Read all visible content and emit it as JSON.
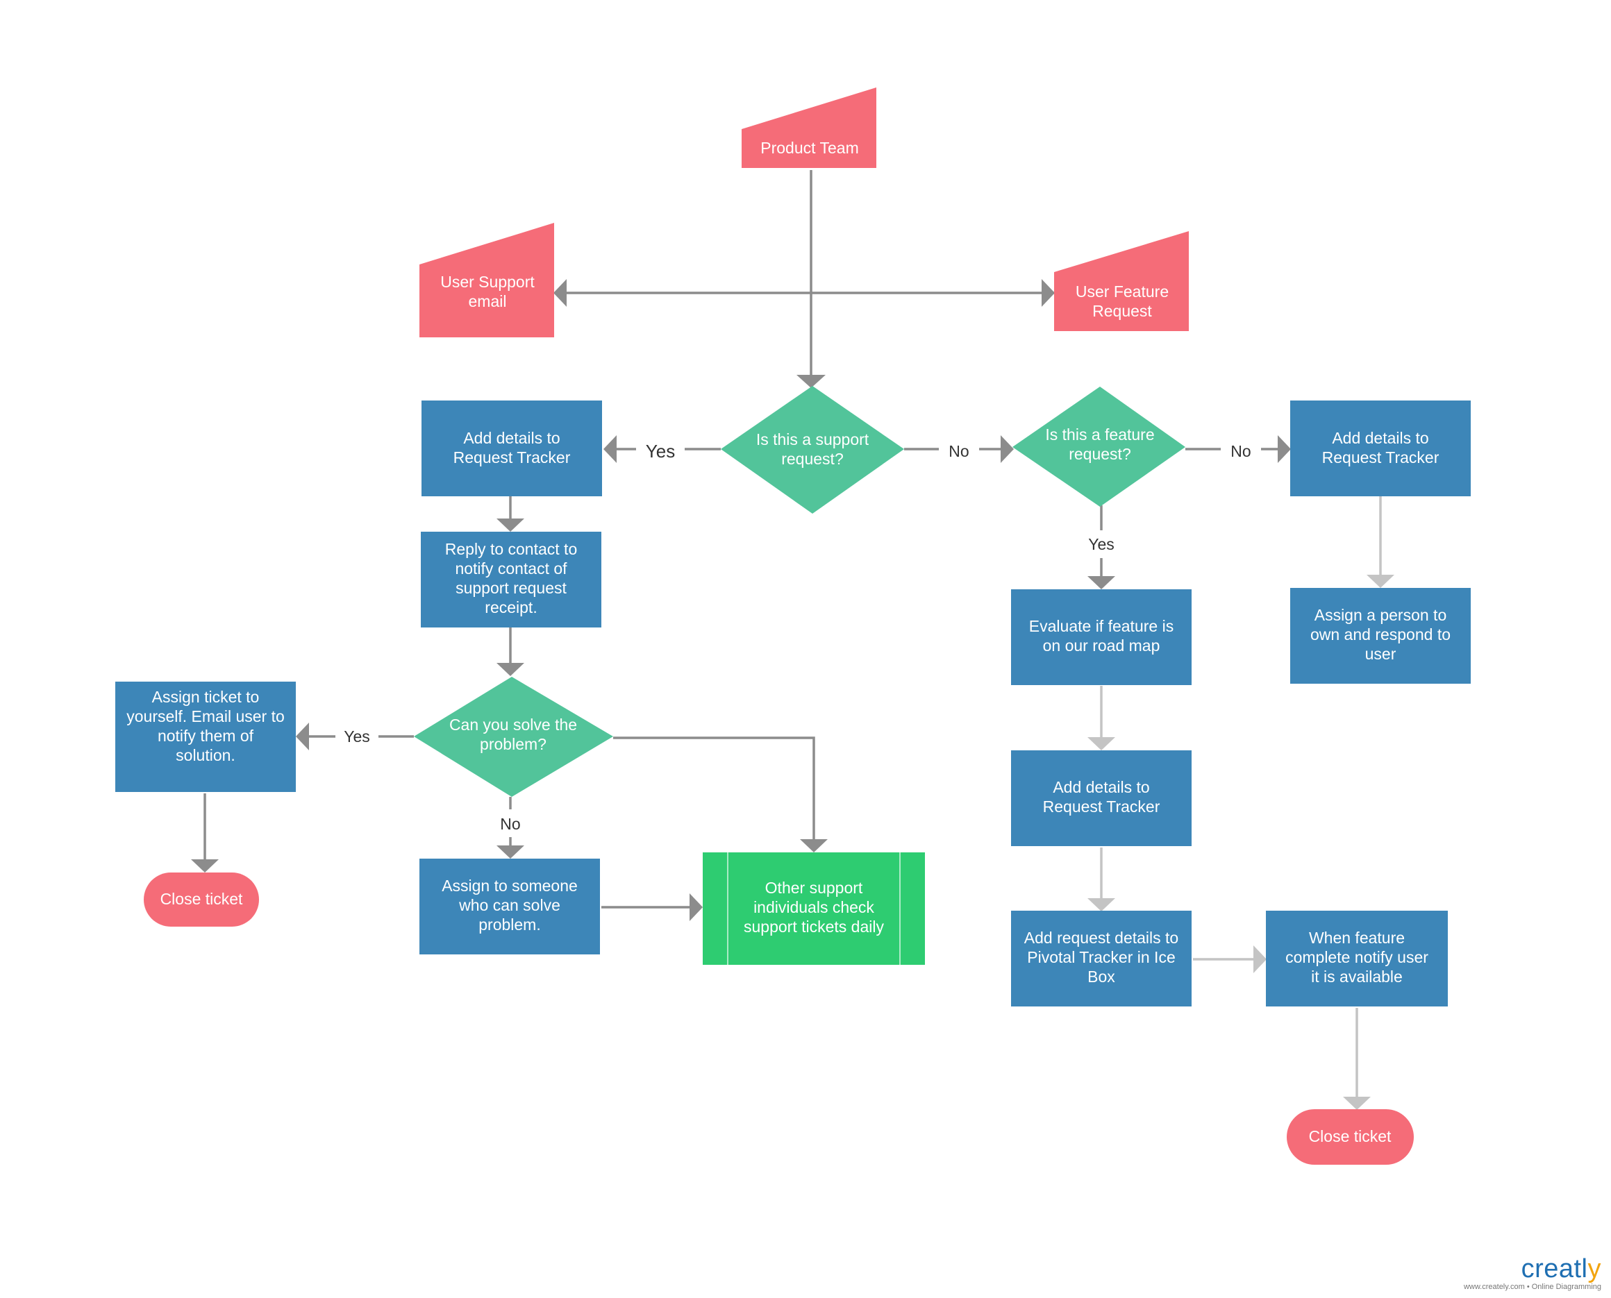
{
  "colors": {
    "pink": "#F56C78",
    "blue": "#3D86B8",
    "teal": "#52C49A",
    "green": "#2ECC71",
    "dark_edge": "#8C8C8C",
    "light_edge": "#C4C4C4",
    "label": "#333333"
  },
  "nodes": {
    "product_team": [
      "Product Team"
    ],
    "user_support_email": [
      "User Support",
      "email"
    ],
    "user_feature_request": [
      "User Feature",
      "Request"
    ],
    "is_support_request": [
      "Is this a support",
      "request?"
    ],
    "is_feature_request": [
      "Is this a feature",
      "request?"
    ],
    "add_details_left": [
      "Add details to",
      "Request Tracker"
    ],
    "add_details_right": [
      "Add details to",
      "Request Tracker"
    ],
    "reply_to_contact": [
      "Reply to contact to",
      "notify contact of",
      "support request",
      "receipt."
    ],
    "can_you_solve": [
      "Can you solve the",
      "problem?"
    ],
    "assign_ticket_yourself": [
      "Assign ticket to",
      "yourself. Email user to",
      "notify them of",
      "solution."
    ],
    "close_ticket_left": [
      "Close ticket"
    ],
    "assign_to_someone": [
      "Assign to someone",
      "who can solve",
      "problem."
    ],
    "other_support": [
      "Other support",
      "individuals check",
      "support tickets daily"
    ],
    "evaluate_feature": [
      "Evaluate if feature is",
      "on our road map"
    ],
    "assign_person": [
      "Assign a person to",
      "own and respond to",
      "user"
    ],
    "add_details_mid": [
      "Add details to",
      "Request Tracker"
    ],
    "add_pivotal": [
      "Add request details to",
      "Pivotal Tracker in Ice",
      "Box"
    ],
    "when_feature_complete": [
      "When feature",
      "complete notify user",
      "it is available"
    ],
    "close_ticket_right": [
      "Close ticket"
    ]
  },
  "edge_labels": {
    "support_yes": "Yes",
    "support_no": "No",
    "feature_no": "No",
    "feature_yes": "Yes",
    "solve_yes": "Yes",
    "solve_no": "No"
  },
  "branding": {
    "name_main": "creatl",
    "name_accent": "y",
    "tagline": "www.creately.com • Online Diagramming"
  }
}
